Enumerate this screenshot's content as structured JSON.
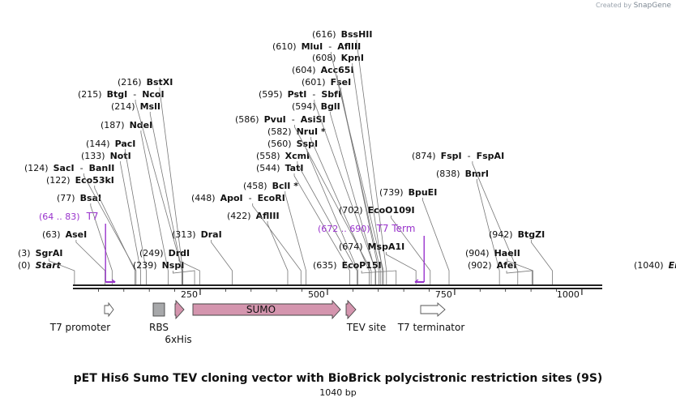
{
  "credit": {
    "prefix": "Created by",
    "brand": "SnapGene"
  },
  "title": "pET His6 Sumo TEV cloning vector with BioBrick polycistronic restriction sites (9S)",
  "length_label": "1040 bp",
  "sequence": {
    "length": 1040,
    "start_label": "Start",
    "end_label": "End",
    "ticks": [
      250,
      500,
      750,
      1000
    ]
  },
  "colors": {
    "backbone": "#222222",
    "leader": "#777777",
    "primer": "#9933cc",
    "cds": "#d495ae",
    "cds_border": "#444444",
    "gray_box": "#a7a8aa"
  },
  "sites": [
    {
      "pos": "(0)",
      "name": "Start",
      "italic": true
    },
    {
      "pos": "(3)",
      "name": "SgrAI"
    },
    {
      "pos": "(63)",
      "name": "AseI"
    },
    {
      "pos": "(77)",
      "name": "BsaI"
    },
    {
      "pos": "(122)",
      "name": "Eco53kI"
    },
    {
      "pos": "(124)",
      "name": "SacI",
      "name2": "BanII"
    },
    {
      "pos": "(133)",
      "name": "NotI"
    },
    {
      "pos": "(144)",
      "name": "PacI"
    },
    {
      "pos": "(187)",
      "name": "NdeI"
    },
    {
      "pos": "(214)",
      "name": "MslI"
    },
    {
      "pos": "(215)",
      "name": "BtgI",
      "name2": "NcoI"
    },
    {
      "pos": "(216)",
      "name": "BstXI"
    },
    {
      "pos": "(239)",
      "name": "NspI"
    },
    {
      "pos": "(249)",
      "name": "DrdI"
    },
    {
      "pos": "(313)",
      "name": "DraI"
    },
    {
      "pos": "(422)",
      "name": "AflIII"
    },
    {
      "pos": "(448)",
      "name": "ApoI",
      "name2": "EcoRI"
    },
    {
      "pos": "(458)",
      "name": "BclI *"
    },
    {
      "pos": "(544)",
      "name": "TatI"
    },
    {
      "pos": "(558)",
      "name": "XcmI"
    },
    {
      "pos": "(560)",
      "name": "SspI"
    },
    {
      "pos": "(582)",
      "name": "NruI *"
    },
    {
      "pos": "(586)",
      "name": "PvuI",
      "name2": "AsiSI"
    },
    {
      "pos": "(594)",
      "name": "BglI"
    },
    {
      "pos": "(595)",
      "name": "PstI",
      "name2": "SbfI"
    },
    {
      "pos": "(601)",
      "name": "FseI"
    },
    {
      "pos": "(604)",
      "name": "Acc65I"
    },
    {
      "pos": "(608)",
      "name": "KpnI"
    },
    {
      "pos": "(610)",
      "name": "MluI",
      "name2": "AflIII"
    },
    {
      "pos": "(616)",
      "name": "BssHII"
    },
    {
      "pos": "(635)",
      "name": "EcoP15I"
    },
    {
      "pos": "(674)",
      "name": "MspA1I"
    },
    {
      "pos": "(702)",
      "name": "EcoO109I"
    },
    {
      "pos": "(739)",
      "name": "BpuEI"
    },
    {
      "pos": "(838)",
      "name": "BmrI"
    },
    {
      "pos": "(874)",
      "name": "FspI",
      "name2": "FspAI"
    },
    {
      "pos": "(902)",
      "name": "AfeI"
    },
    {
      "pos": "(904)",
      "name": "HaeII"
    },
    {
      "pos": "(942)",
      "name": "BtgZI"
    },
    {
      "pos": "(1040)",
      "name": "End",
      "italic": true
    }
  ],
  "primers": [
    {
      "pos": "(64 .. 83)",
      "name": "T7"
    },
    {
      "pos": "(672 .. 690)",
      "name": "T7 Term"
    }
  ],
  "features": [
    {
      "label": "T7 promoter",
      "kind": "arrow-outline"
    },
    {
      "label": "RBS",
      "kind": "box-gray"
    },
    {
      "label": "6xHis",
      "kind": "arrow-cds"
    },
    {
      "label": "SUMO",
      "kind": "arrow-cds",
      "inner": true
    },
    {
      "label": "TEV site",
      "kind": "arrow-cds"
    },
    {
      "label": "T7 terminator",
      "kind": "arrow-outline"
    }
  ]
}
